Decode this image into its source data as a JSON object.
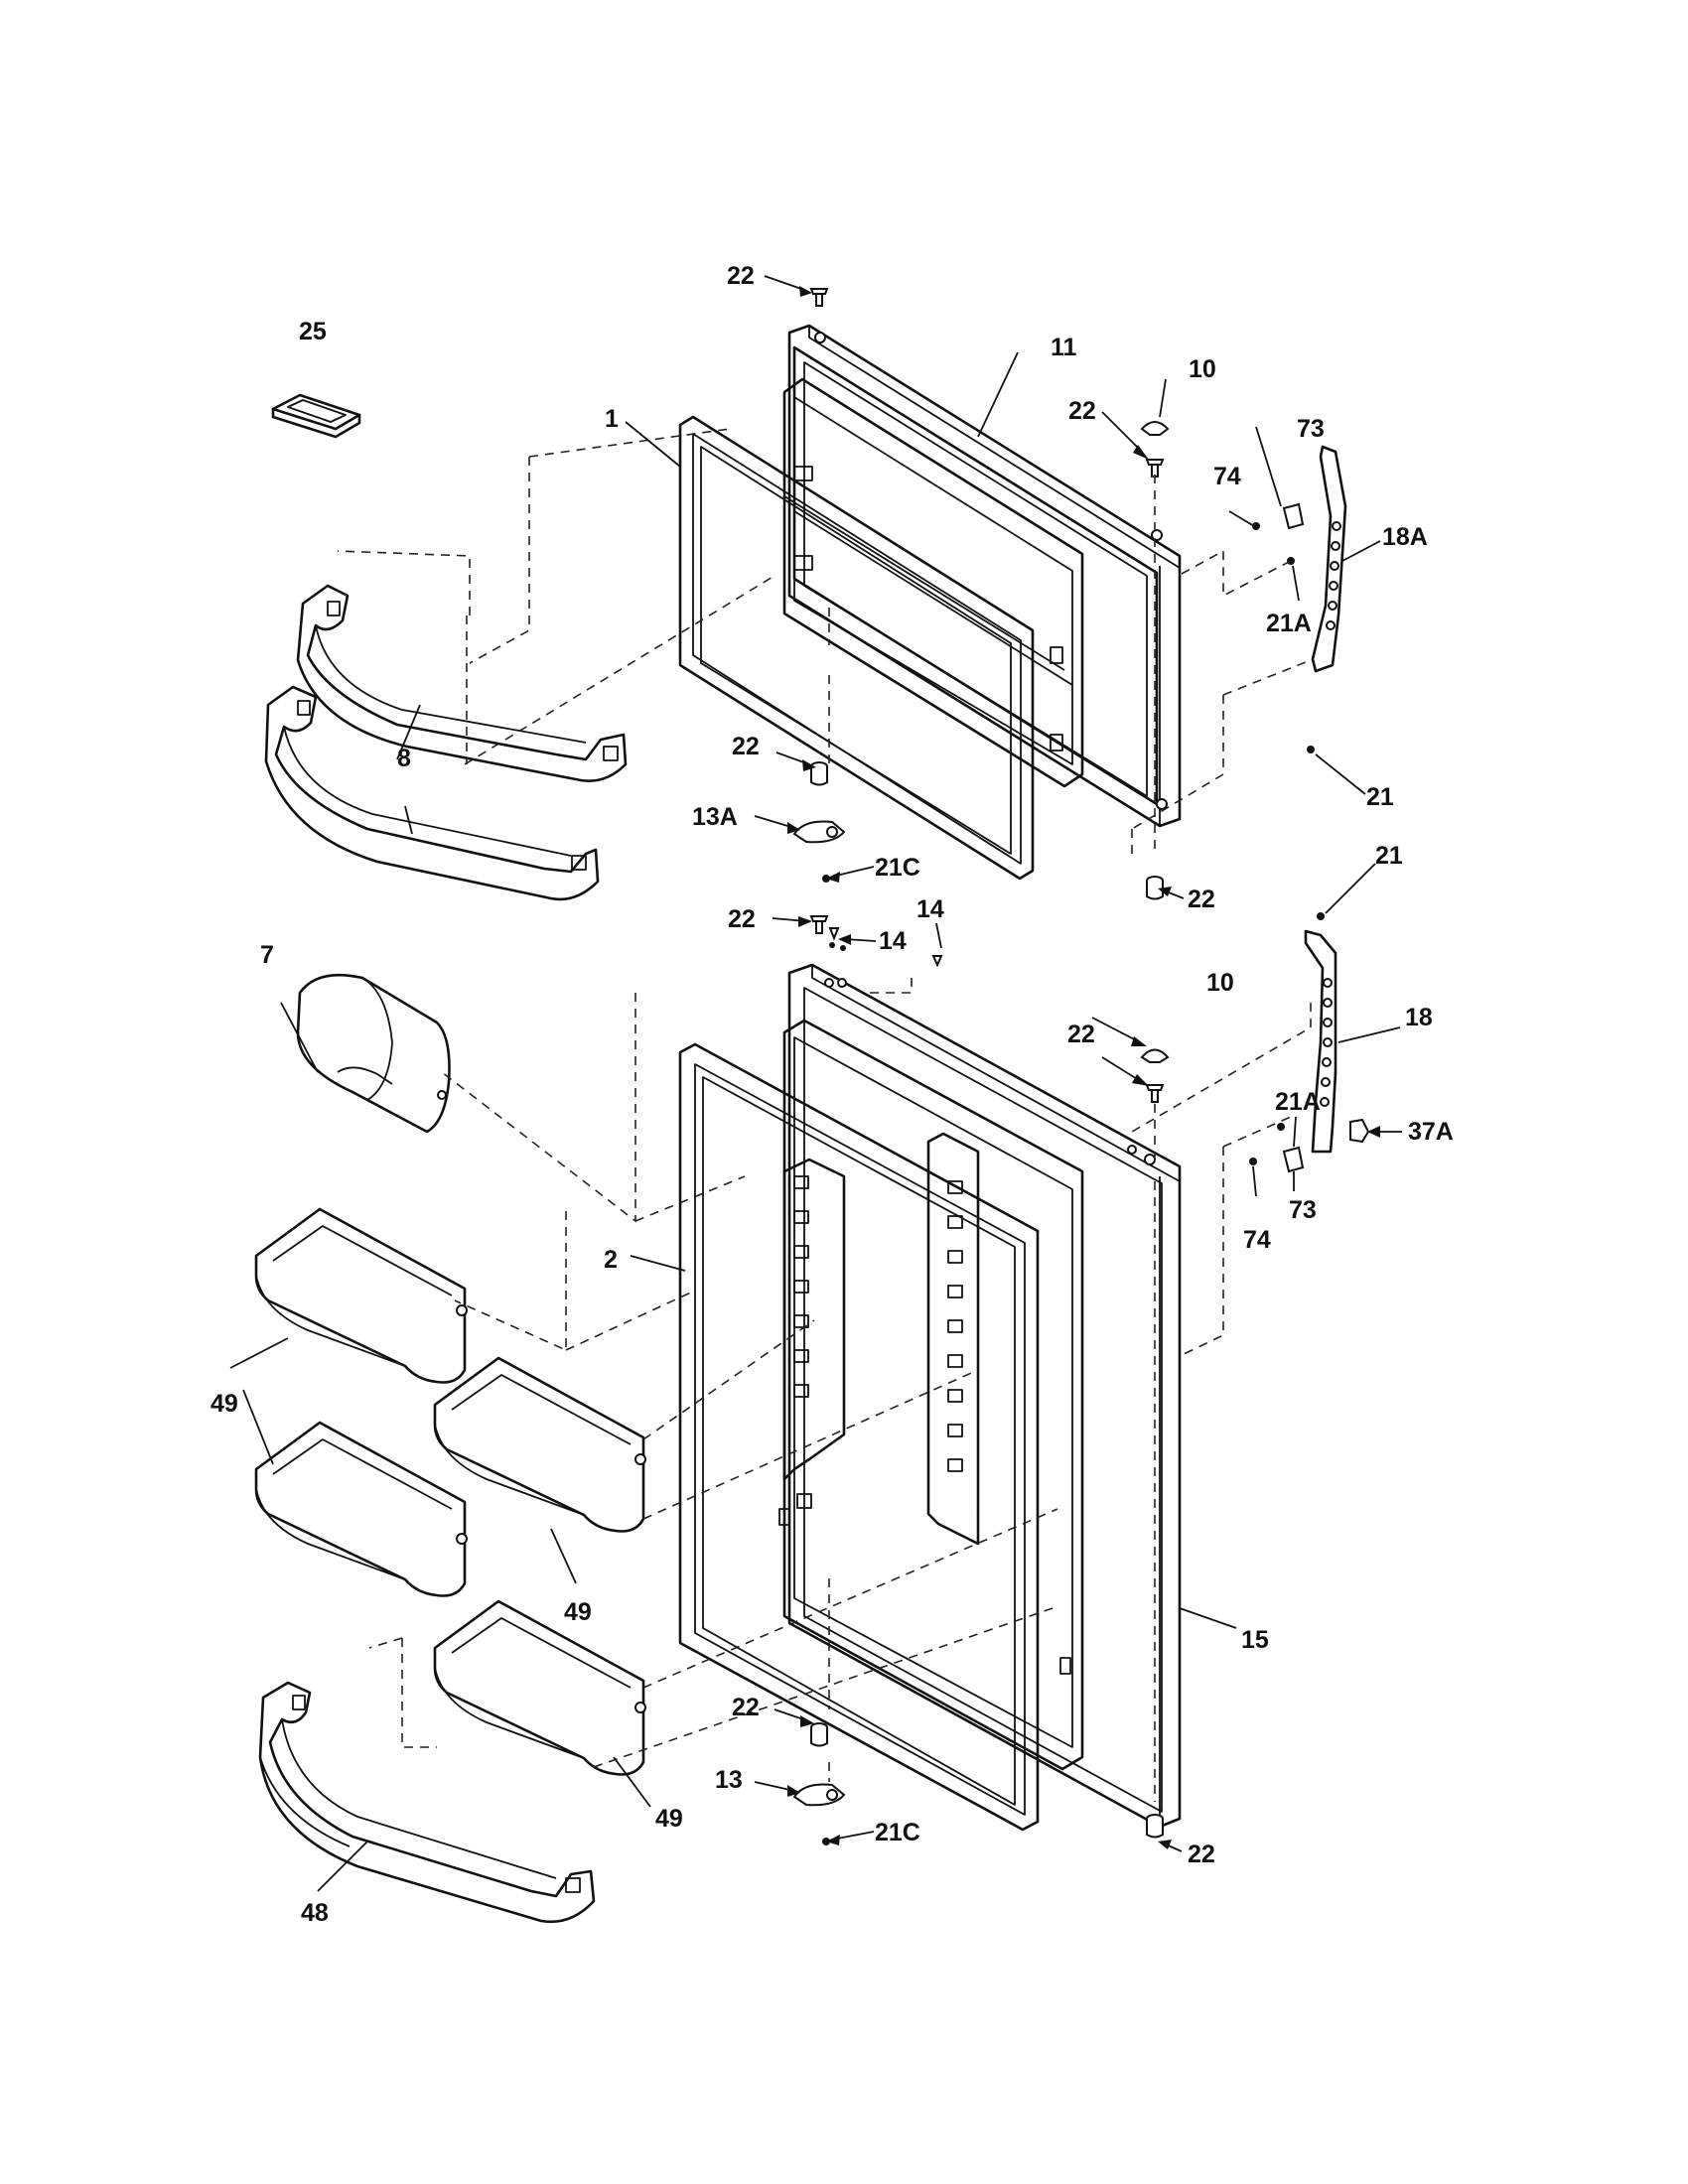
{
  "callouts": {
    "c22_top": "22",
    "c25": "25",
    "c11": "11",
    "c10_top": "10",
    "c22_b": "22",
    "c73_top": "73",
    "c74_top": "74",
    "c1": "1",
    "c18A": "18A",
    "c21A_top": "21A",
    "c8": "8",
    "c22_c": "22",
    "c13A": "13A",
    "c21_top": "21",
    "c21C_top": "21C",
    "c22_d": "22",
    "c21_mid": "21",
    "c22_e": "22",
    "c14_a": "14",
    "c14_b": "14",
    "c7": "7",
    "c10_mid": "10",
    "c18": "18",
    "c22_f": "22",
    "c21A_mid": "21A",
    "c37A": "37A",
    "c73_mid": "73",
    "c74_mid": "74",
    "c2": "2",
    "c49_a": "49",
    "c49_b": "49",
    "c15": "15",
    "c22_g": "22",
    "c13": "13",
    "c49_c": "49",
    "c21C_bot": "21C",
    "c22_h": "22",
    "c48": "48"
  }
}
